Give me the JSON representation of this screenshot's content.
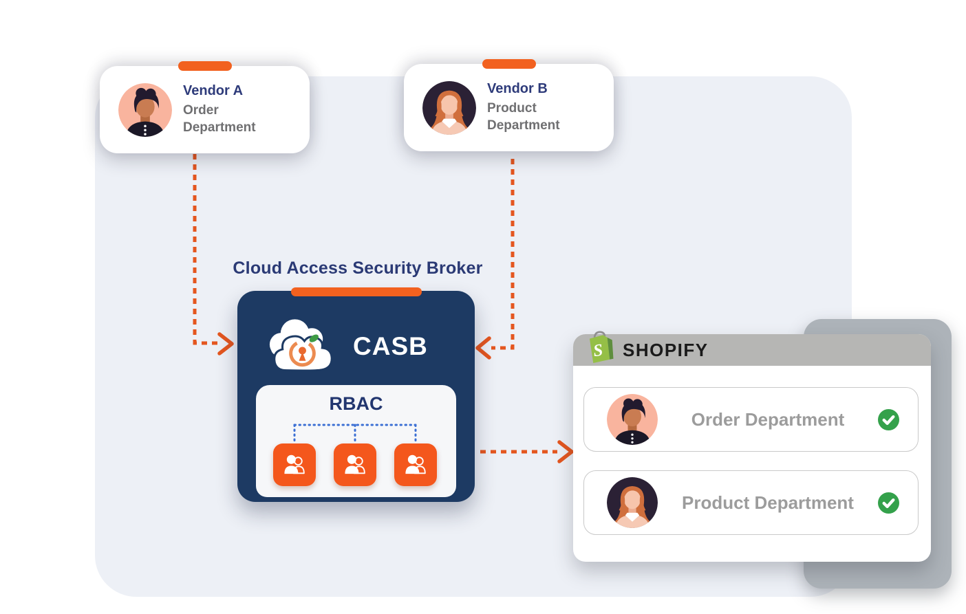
{
  "diagram_title": "Cloud Access Security Broker",
  "colors": {
    "accent_orange": "#F2611F",
    "navy_box": "#1D3A63",
    "heading_navy": "#2B3A75",
    "vendor_title_indigo": "#2E3B7A",
    "subtitle_gray": "#6F6F71",
    "row_label_gray": "#9C9C9C",
    "success_green": "#34A14B",
    "connector_orange": "#E4561F",
    "connector_blue": "#3B6FD4",
    "shopify_green": "#95BF47",
    "header_gray": "#B6B6B4",
    "surface_gray_blue": "#EDF0F6"
  },
  "vendor_cards": [
    {
      "title": "Vendor A",
      "subtitle_lines": [
        "Order",
        "Department"
      ],
      "avatar": "man-avatar"
    },
    {
      "title": "Vendor B",
      "subtitle_lines": [
        "Product",
        "Department"
      ],
      "avatar": "woman-avatar"
    }
  ],
  "casb": {
    "heading": "Cloud Access Security Broker",
    "box_label": "CASB",
    "rbac_label": "RBAC",
    "cloud_icon": "cloud-lock-icon",
    "role_icons": [
      "users-icon",
      "users-icon",
      "users-icon"
    ]
  },
  "shopify": {
    "app_name": "SHOPIFY",
    "logo_icon": "shopify-bag-icon",
    "rows": [
      {
        "label": "Order Department",
        "avatar": "man-avatar",
        "status_icon": "check-icon"
      },
      {
        "label": "Product Department",
        "avatar": "woman-avatar",
        "status_icon": "check-icon"
      }
    ]
  }
}
